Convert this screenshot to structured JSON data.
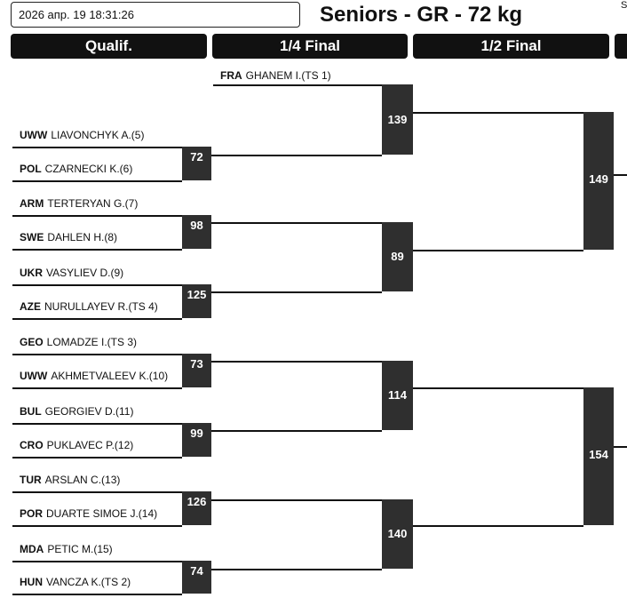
{
  "header": {
    "datetime": "2026 апр. 19 18:31:26",
    "title": "Seniors - GR - 72 kg",
    "corner": "S"
  },
  "tabs": [
    "Qualif.",
    "1/4 Final",
    "1/2 Final",
    ""
  ],
  "seed_top": {
    "country": "FRA",
    "name": "GHANEM I.(TS 1)"
  },
  "wrestlers": [
    {
      "country": "UWW",
      "name": "LIAVONCHYK A.(5)"
    },
    {
      "country": "POL",
      "name": "CZARNECKI K.(6)"
    },
    {
      "country": "ARM",
      "name": "TERTERYAN G.(7)"
    },
    {
      "country": "SWE",
      "name": "DAHLEN H.(8)"
    },
    {
      "country": "UKR",
      "name": "VASYLIEV D.(9)"
    },
    {
      "country": "AZE",
      "name": "NURULLAYEV R.(TS 4)"
    },
    {
      "country": "GEO",
      "name": "LOMADZE I.(TS 3)"
    },
    {
      "country": "UWW",
      "name": "AKHMETVALEEV K.(10)"
    },
    {
      "country": "BUL",
      "name": "GEORGIEV D.(11)"
    },
    {
      "country": "CRO",
      "name": "PUKLAVEC P.(12)"
    },
    {
      "country": "TUR",
      "name": "ARSLAN C.(13)"
    },
    {
      "country": "POR",
      "name": "DUARTE SIMOE J.(14)"
    },
    {
      "country": "MDA",
      "name": "PETIC M.(15)"
    },
    {
      "country": "HUN",
      "name": "VANCZA K.(TS 2)"
    }
  ],
  "bouts": {
    "qualif": [
      "72",
      "98",
      "125",
      "73",
      "99",
      "126",
      "74"
    ],
    "quarter": [
      "139",
      "89",
      "114",
      "140"
    ],
    "semi": [
      "149",
      "154"
    ]
  }
}
